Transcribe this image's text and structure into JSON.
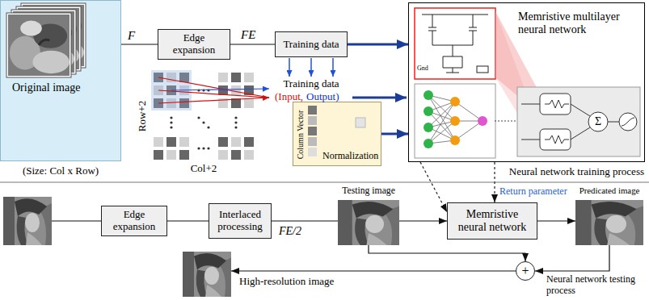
{
  "diagram": {
    "nodes": [
      {
        "text": [
          "Original image"
        ]
      },
      {
        "text": [
          "Edge expansion"
        ]
      },
      {
        "text": [
          "Training data"
        ]
      },
      {
        "text": [
          "Column Vector",
          "Normalization"
        ]
      },
      {
        "text": [
          "Memristive multilayer neural network"
        ]
      },
      {
        "text": [
          "Edge expansion"
        ]
      },
      {
        "text": [
          "Interlaced processing"
        ]
      },
      {
        "text": [
          "Testing image"
        ]
      },
      {
        "text": [
          "Memristive neural network"
        ]
      },
      {
        "text": [
          "Predicated image"
        ]
      },
      {
        "text": [
          "+"
        ]
      },
      {
        "text": [
          "High-resolution image"
        ]
      }
    ],
    "edges": [
      {
        "from": 0,
        "to": 1,
        "arrow": "none",
        "label": "F"
      },
      {
        "from": 1,
        "to": 2,
        "arrow": "none",
        "label": "FE"
      },
      {
        "from": 2,
        "to": 4,
        "arrow": "to"
      },
      {
        "from": 3,
        "to": 4,
        "arrow": "to"
      },
      {
        "from": 4,
        "to": 8,
        "arrow": "to"
      },
      {
        "from": 4,
        "to": 8,
        "arrow": "to"
      },
      {
        "from": 5,
        "to": 6,
        "arrow": "none"
      },
      {
        "from": 6,
        "to": 7,
        "arrow": "none",
        "label": "FE/2"
      },
      {
        "from": 7,
        "to": 8,
        "arrow": "to"
      },
      {
        "from": 8,
        "to": 9,
        "arrow": "to"
      },
      {
        "from": 7,
        "to": 10,
        "arrow": "to"
      },
      {
        "from": 9,
        "to": 10,
        "arrow": "to"
      },
      {
        "from": 10,
        "to": 11,
        "arrow": "to"
      }
    ],
    "labels": [
      "(Size: Col x Row)",
      "Row+2",
      "Col+2",
      "Training data",
      "(Input,",
      "Output)",
      "Gnd",
      "Σ",
      "Neural network training process",
      "Return parameter",
      "Neural network testing process"
    ]
  }
}
